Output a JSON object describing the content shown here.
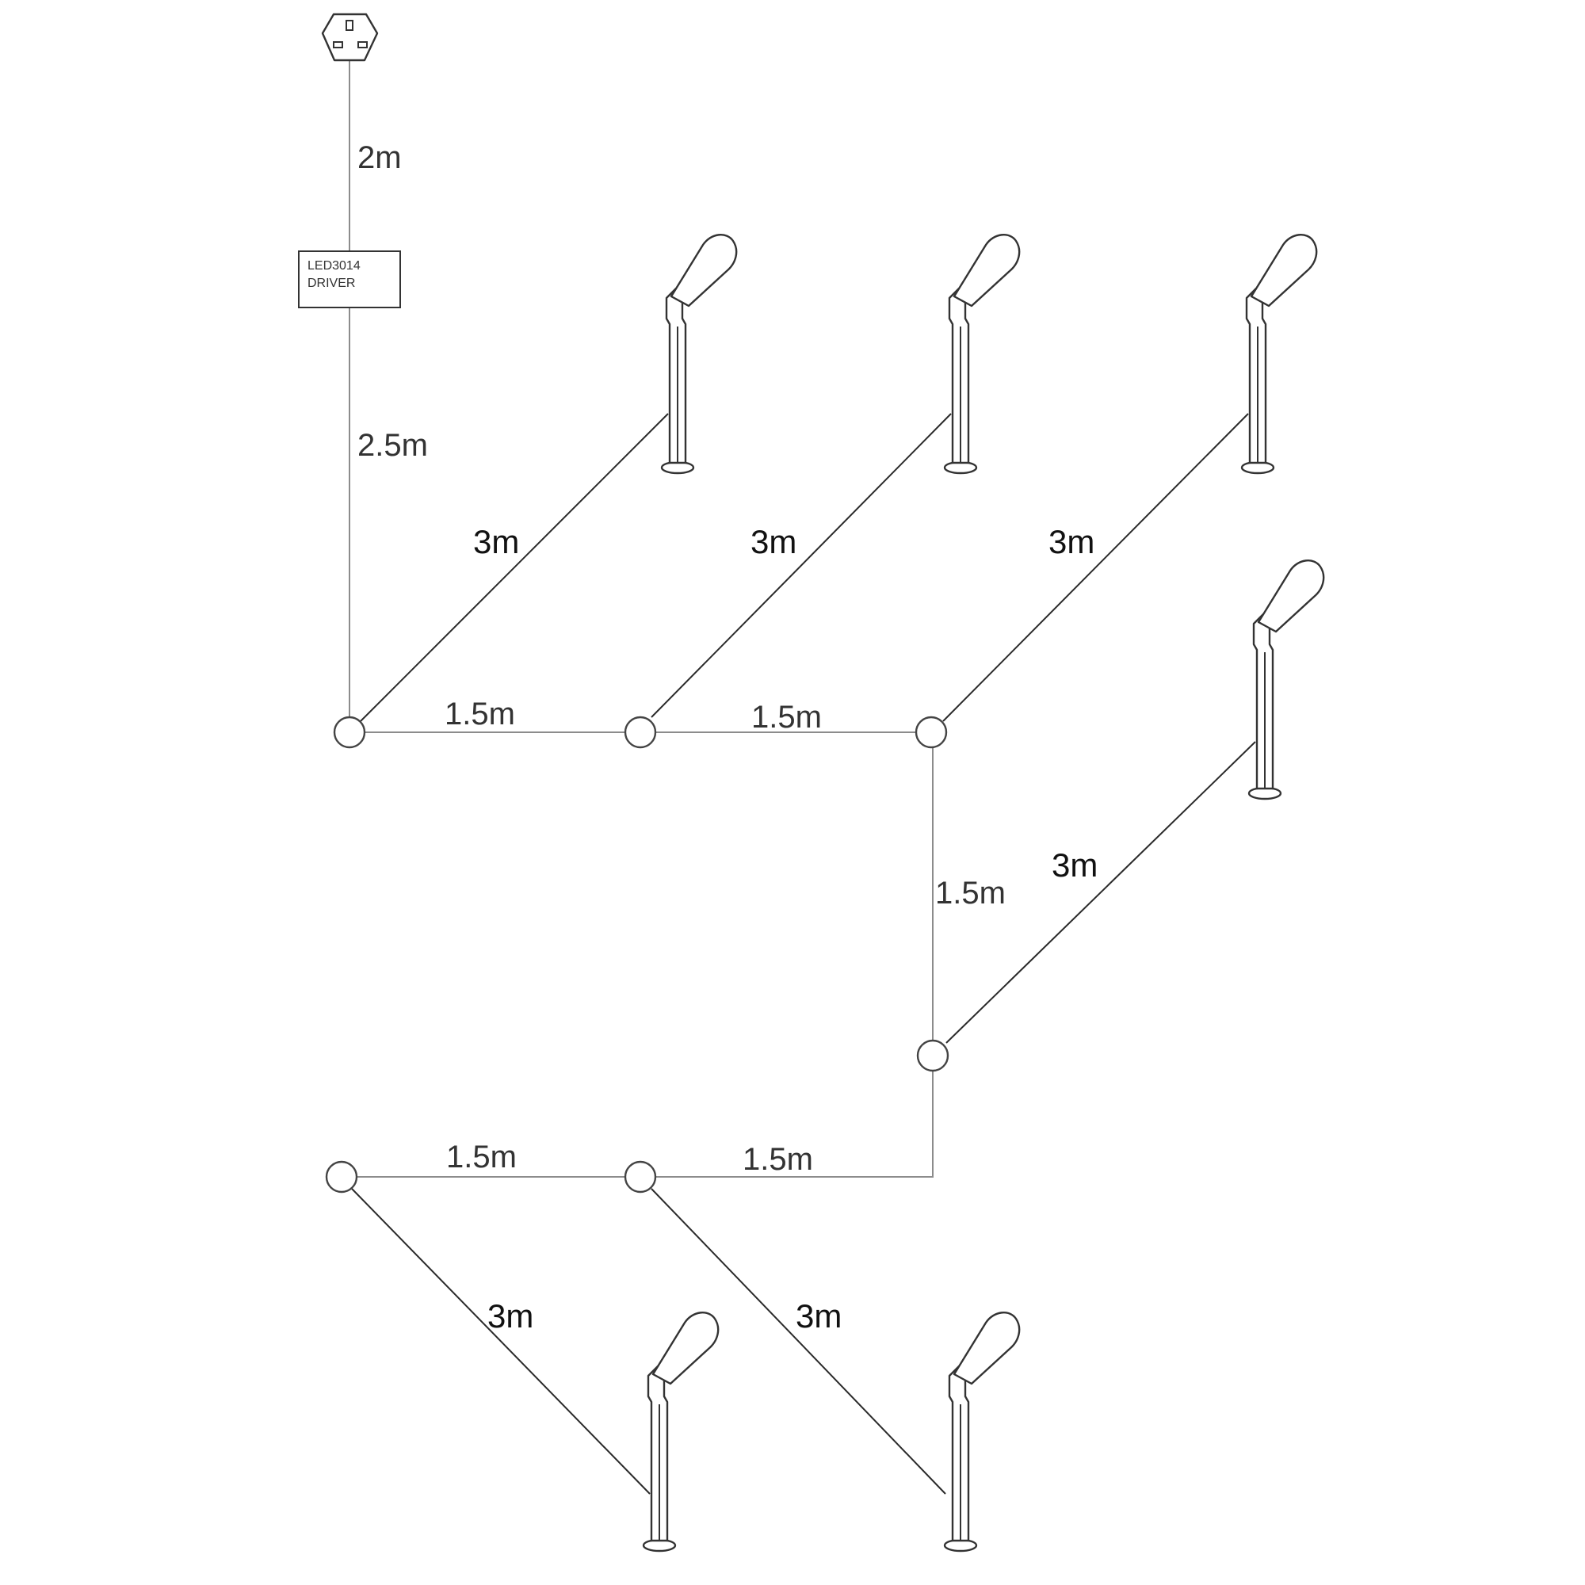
{
  "driver": {
    "line1": "LED3014",
    "line2": "DRIVER"
  },
  "cable_labels": {
    "plug_to_driver": "2m",
    "driver_to_first_junction": "2.5m",
    "light_1": "3m",
    "light_2": "3m",
    "light_3": "3m",
    "light_4": "3m",
    "light_5": "3m",
    "light_6": "3m",
    "link_1": "1.5m",
    "link_2": "1.5m",
    "link_3": "1.5m",
    "link_4": "1.5m",
    "link_5": "1.5m"
  },
  "icons": {
    "plug": "uk-plug-icon",
    "spotlight": "spike-spotlight-icon",
    "junction": "connector-junction-icon"
  }
}
